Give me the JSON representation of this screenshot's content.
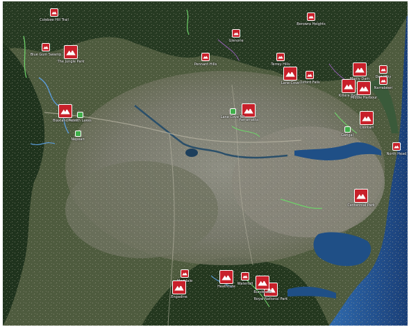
{
  "map": {
    "view": "satellite",
    "colors": {
      "land": "#4a5a3c",
      "urban": "#8a8a80",
      "forest": "#22361f",
      "water": "#1f4f86",
      "ocean": "#2a63a8",
      "marker": "#c8202a",
      "route": "#6fd16a",
      "track": "#5a9ad8",
      "border": "#ffffff"
    },
    "markers": [
      {
        "label": "Colebee Hill Trail",
        "icon": "mountain-icon",
        "size": "sm"
      },
      {
        "label": "Blue Gum Swamp",
        "icon": "mountain-icon",
        "size": "sm"
      },
      {
        "label": "The Jungle Park",
        "icon": "mountain-icon",
        "size": "lg"
      },
      {
        "label": "Blaxland Point",
        "icon": "mountain-icon",
        "size": "lg"
      },
      {
        "label": "Glenorie",
        "icon": "mountain-icon",
        "size": "sm"
      },
      {
        "label": "Pennant Hills",
        "icon": "mountain-icon",
        "size": "sm"
      },
      {
        "label": "Berowra Heights",
        "icon": "mountain-icon",
        "size": "sm"
      },
      {
        "label": "Terrey Hills",
        "icon": "mountain-icon",
        "size": "sm"
      },
      {
        "label": "Oxford Falls",
        "icon": "mountain-icon",
        "size": "sm"
      },
      {
        "label": "Lane Cove",
        "icon": "mountain-icon",
        "size": "lg"
      },
      {
        "label": "Killara Park",
        "icon": "mountain-icon",
        "size": "lg"
      },
      {
        "label": "Manly Dam",
        "icon": "mountain-icon",
        "size": "lg"
      },
      {
        "label": "Dee Why",
        "icon": "mountain-icon",
        "size": "sm"
      },
      {
        "label": "Narrabeen",
        "icon": "mountain-icon",
        "size": "sm"
      },
      {
        "label": "Middle Harbour",
        "icon": "mountain-icon",
        "size": "lg"
      },
      {
        "label": "Clontarf",
        "icon": "mountain-icon",
        "size": "lg"
      },
      {
        "label": "North Head",
        "icon": "mountain-icon",
        "size": "sm"
      },
      {
        "label": "Parramatta",
        "icon": "mountain-icon",
        "size": "lg"
      },
      {
        "label": "Centennial Park",
        "icon": "mountain-icon",
        "size": "lg"
      },
      {
        "label": "Mortdale",
        "icon": "mountain-icon",
        "size": "sm"
      },
      {
        "label": "Heathcote",
        "icon": "mountain-icon",
        "size": "lg"
      },
      {
        "label": "Engadine",
        "icon": "mountain-icon",
        "size": "lg"
      },
      {
        "label": "Waterfall",
        "icon": "mountain-icon",
        "size": "sm"
      },
      {
        "label": "Royal National Park",
        "icon": "mountain-icon",
        "size": "lg"
      },
      {
        "label": "Bundeena",
        "icon": "mountain-icon",
        "size": "lg"
      }
    ],
    "pins": [
      {
        "label": "Penrith Lakes",
        "icon": "park-icon"
      },
      {
        "label": "Nepean",
        "icon": "park-icon"
      },
      {
        "label": "Lane Cove NP",
        "icon": "park-icon"
      },
      {
        "label": "Garigal",
        "icon": "park-icon"
      }
    ]
  }
}
